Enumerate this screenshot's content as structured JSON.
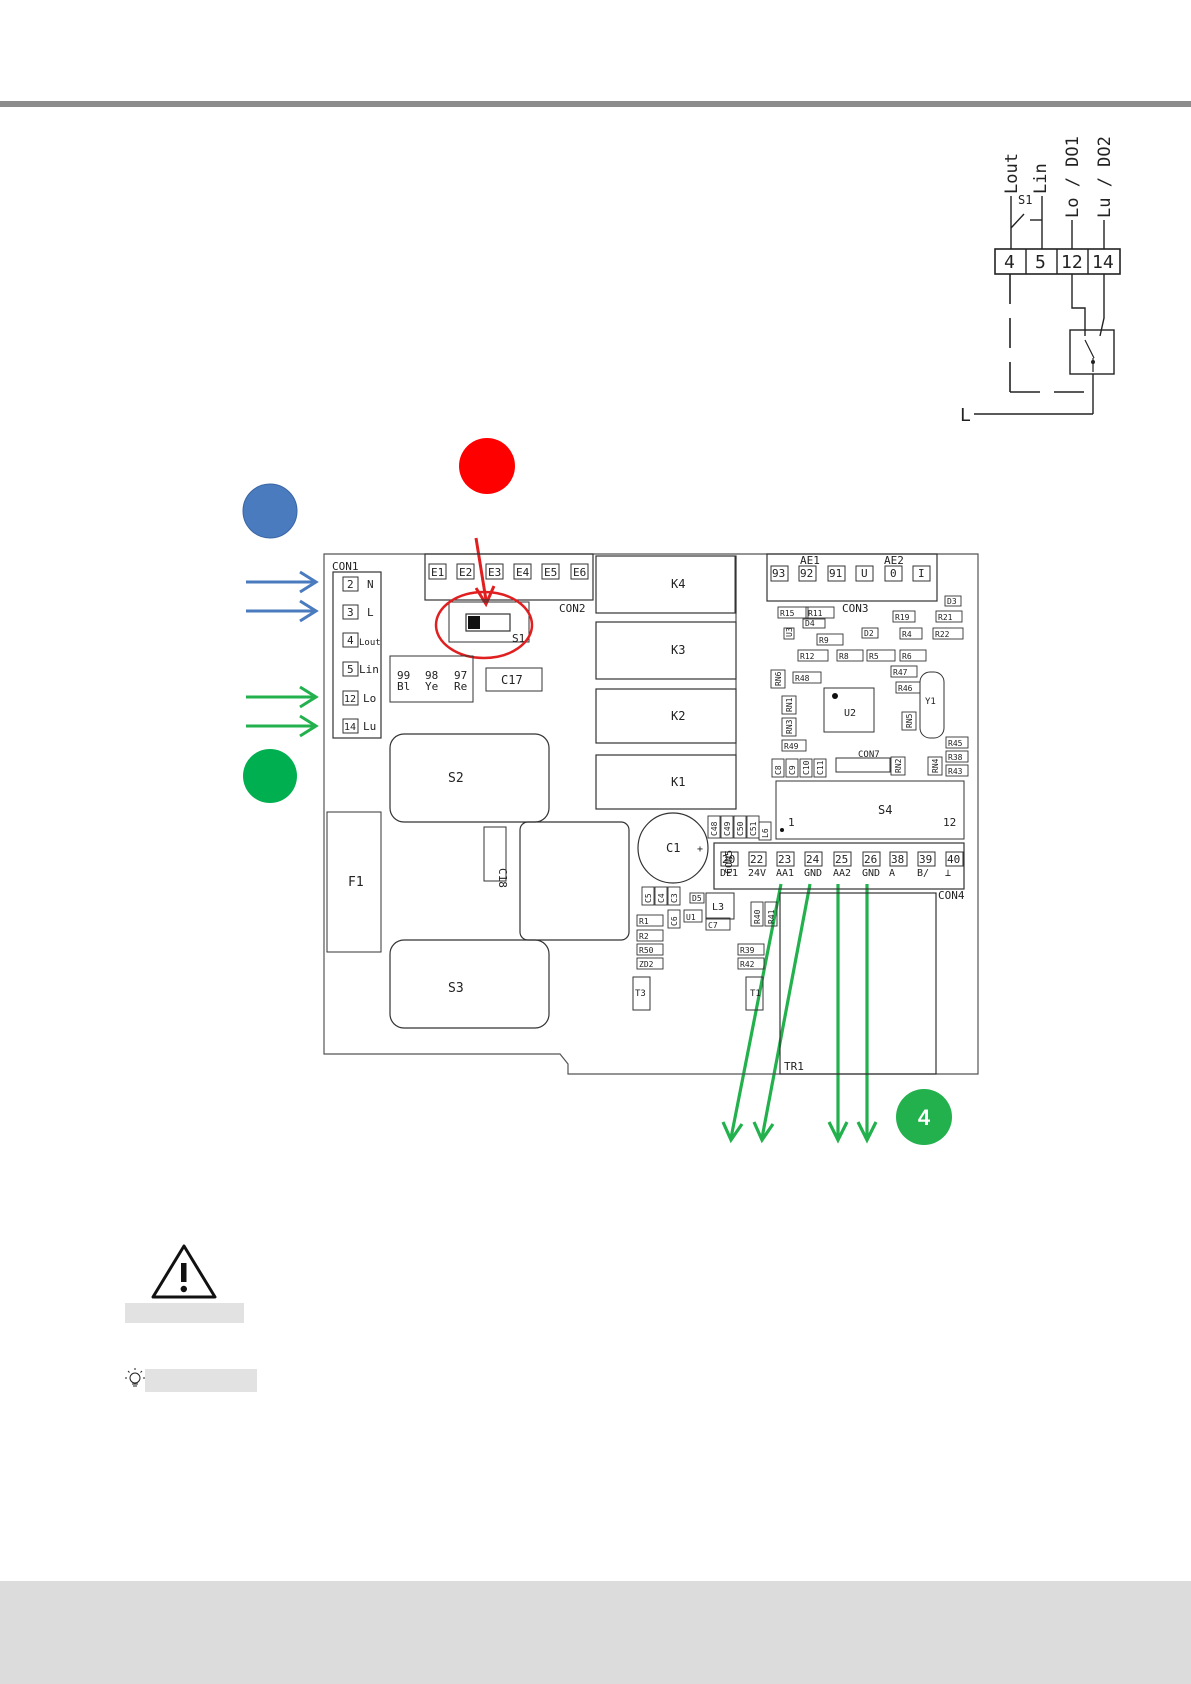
{
  "wiring": {
    "terminals": [
      "4",
      "5",
      "12",
      "14"
    ],
    "labels": [
      "Lout",
      "Lin",
      "Lo / DO1",
      "Lu / DO2"
    ],
    "switch": "S1",
    "line": "L"
  },
  "board": {
    "con1": {
      "title": "CON1",
      "pins": [
        {
          "num": "2",
          "label": "N"
        },
        {
          "num": "3",
          "label": "L"
        },
        {
          "num": "4",
          "label": "Lout"
        },
        {
          "num": "5",
          "label": "Lin"
        },
        {
          "num": "12",
          "label": "Lo"
        },
        {
          "num": "14",
          "label": "Lu"
        }
      ]
    },
    "con2": {
      "title": "CON2",
      "pins": [
        "E1",
        "E2",
        "E3",
        "E4",
        "E5",
        "E6"
      ]
    },
    "con3": {
      "title": "CON3",
      "group1": "AE1",
      "group2": "AE2",
      "pins": [
        "93",
        "92",
        "91",
        "U",
        "0",
        "I"
      ]
    },
    "con4": {
      "title": "CON4",
      "pins": [
        {
          "num": "20",
          "label": "DE1"
        },
        {
          "num": "22",
          "label": "24V"
        },
        {
          "num": "23",
          "label": "AA1"
        },
        {
          "num": "24",
          "label": "GND"
        },
        {
          "num": "25",
          "label": "AA2"
        },
        {
          "num": "26",
          "label": "GND"
        },
        {
          "num": "38",
          "label": "A"
        },
        {
          "num": "39",
          "label": "B/"
        },
        {
          "num": "40",
          "label": "⊥"
        }
      ]
    },
    "relays": [
      "K4",
      "K3",
      "K2",
      "K1"
    ],
    "switch_label": "S1",
    "cap_block": {
      "nums": [
        "99",
        "98",
        "97"
      ],
      "labels": [
        "Bl",
        "Ye",
        "Re"
      ]
    },
    "c17": "C17",
    "c18": "C18",
    "c1": "C1",
    "s2": "S2",
    "s3": "S3",
    "f1": "F1",
    "s4": {
      "label": "S4",
      "left": "1",
      "right": "12"
    },
    "u2": "U2",
    "y1": "Y1",
    "tr1": "TR1",
    "con5": "CON5",
    "con7": "CON7",
    "t3": "T3",
    "t1": "T1",
    "l3": "L3",
    "small_parts": [
      "R15",
      "R11",
      "R19",
      "R21",
      "D3",
      "U3",
      "D2",
      "R4",
      "R22",
      "R9",
      "R12",
      "R8",
      "R5",
      "R6",
      "R47",
      "RN6",
      "R48",
      "R46",
      "RN1",
      "RN5",
      "RN3",
      "R49",
      "R45",
      "R38",
      "R43",
      "RN2",
      "RN4",
      "C8",
      "C9",
      "C10",
      "C11",
      "C48",
      "C49",
      "C50",
      "C51",
      "L6",
      "C5",
      "C4",
      "C3",
      "C6",
      "U1",
      "C7",
      "R1",
      "R2",
      "R50",
      "ZD2",
      "R40",
      "R41",
      "R39",
      "R42",
      "D4",
      "D5"
    ]
  },
  "badge": "4",
  "colors": {
    "blue": "#4a7bbf",
    "red": "#ff0000",
    "green": "#00b050",
    "arrow_green": "#22b14c",
    "arrow_blue": "#4a7bbf"
  }
}
